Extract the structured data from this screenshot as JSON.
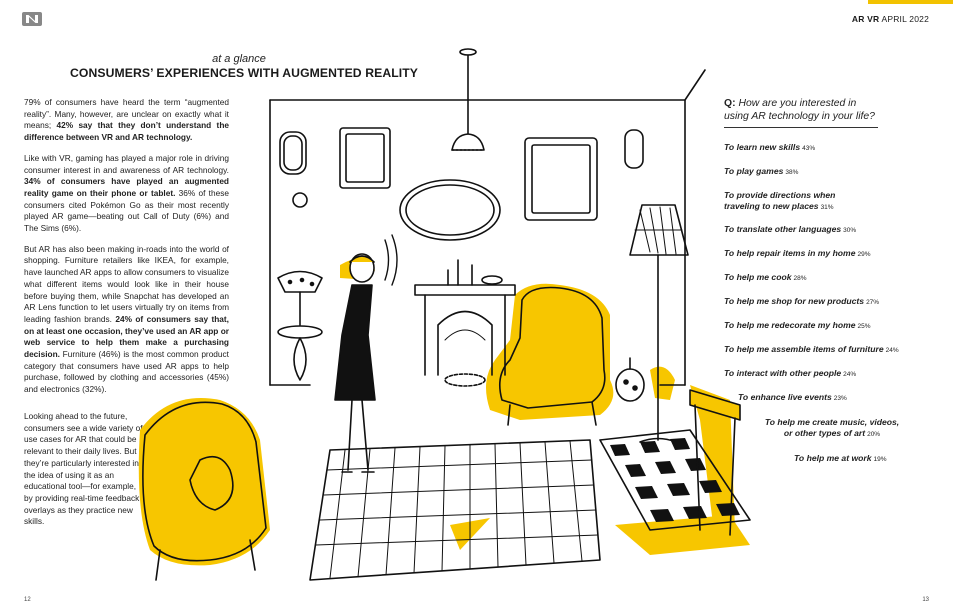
{
  "header": {
    "logo_icon": "publisher-n-logo",
    "section": "AR VR",
    "date": "APRIL 2022",
    "accent_color": "#f2c200"
  },
  "article": {
    "kicker": "at a glance",
    "title": "CONSUMERS’ EXPERIENCES WITH AUGMENTED REALITY",
    "paragraphs": [
      [
        {
          "t": "79% of consumers have heard the term “augmented reality”. Many, however, are unclear on exactly what it means; ",
          "b": false
        },
        {
          "t": "42% say that they don’t understand the difference between VR and AR technology.",
          "b": true
        }
      ],
      [
        {
          "t": "Like with VR, gaming has played a major role in driving consumer interest in and awareness of AR technology. ",
          "b": false
        },
        {
          "t": "34% of consumers have played an augmented reality game on their phone or tablet.",
          "b": true
        },
        {
          "t": " 36% of these consumers cited Pokémon Go as their most recently played AR game—beating out Call of Duty (6%) and The Sims (6%).",
          "b": false
        }
      ],
      [
        {
          "t": "But AR has also been making in-roads into the world of shopping. Furniture retailers like IKEA, for example, have launched AR apps to allow consumers to visualize what different items would look like in their house before buying them, while Snapchat has developed an AR Lens function to let users virtually try on items from leading fashion brands. ",
          "b": false
        },
        {
          "t": "24% of consumers say that, on at least one occasion, they’ve used an AR app or web service to help them make a purchasing decision.",
          "b": true
        },
        {
          "t": " Furniture (46%) is the most common product category that consumers have used AR apps to help purchase, followed by clothing and accessories (45%) and electronics (32%).",
          "b": false
        }
      ]
    ],
    "closing_paragraph": "Looking ahead to the future, consumers see a wide variety of use cases for AR that could be relevant to their daily lives. But they’re particularly interested in the idea of using it as an educational tool—for example, by providing real-time feedback overlays as they practice new skills."
  },
  "survey": {
    "q_prefix": "Q:",
    "question": "How are you interested in using AR technology in your life?",
    "answers": [
      {
        "label": "To learn new skills",
        "pct": "43%"
      },
      {
        "label": "To play games",
        "pct": "38%"
      },
      {
        "label": "To provide directions when traveling to new places",
        "pct": "31%"
      },
      {
        "label": "To translate other languages",
        "pct": "30%"
      },
      {
        "label": "To help repair items in my home",
        "pct": "29%"
      },
      {
        "label": "To help me cook",
        "pct": "28%"
      },
      {
        "label": "To help me shop for new products",
        "pct": "27%"
      },
      {
        "label": "To help me redecorate my home",
        "pct": "25%"
      },
      {
        "label": "To help me assemble items of furniture",
        "pct": "24%"
      },
      {
        "label": "To interact with other people",
        "pct": "24%"
      },
      {
        "label": "To enhance live events",
        "pct": "23%"
      },
      {
        "label": "To help me create music, videos, or other types of art",
        "pct": "20%"
      },
      {
        "label": "To help me at work",
        "pct": "19%"
      }
    ]
  },
  "illustration": {
    "name": "living-room-ar-illustration",
    "highlight_color": "#f7c600"
  },
  "pages": {
    "left": "12",
    "right": "13"
  }
}
